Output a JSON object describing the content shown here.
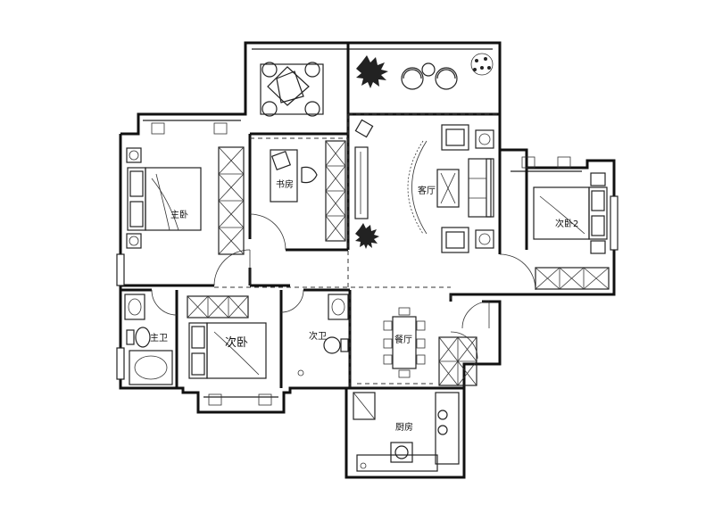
{
  "rooms": {
    "master_bedroom": "主卧",
    "study": "书房",
    "living_room": "客厅",
    "second_bedroom_2": "次卧2",
    "second_bedroom": "次卧",
    "second_bathroom": "次卫",
    "master_bathroom": "主卫",
    "dining_room": "餐厅",
    "kitchen": "厨房"
  }
}
